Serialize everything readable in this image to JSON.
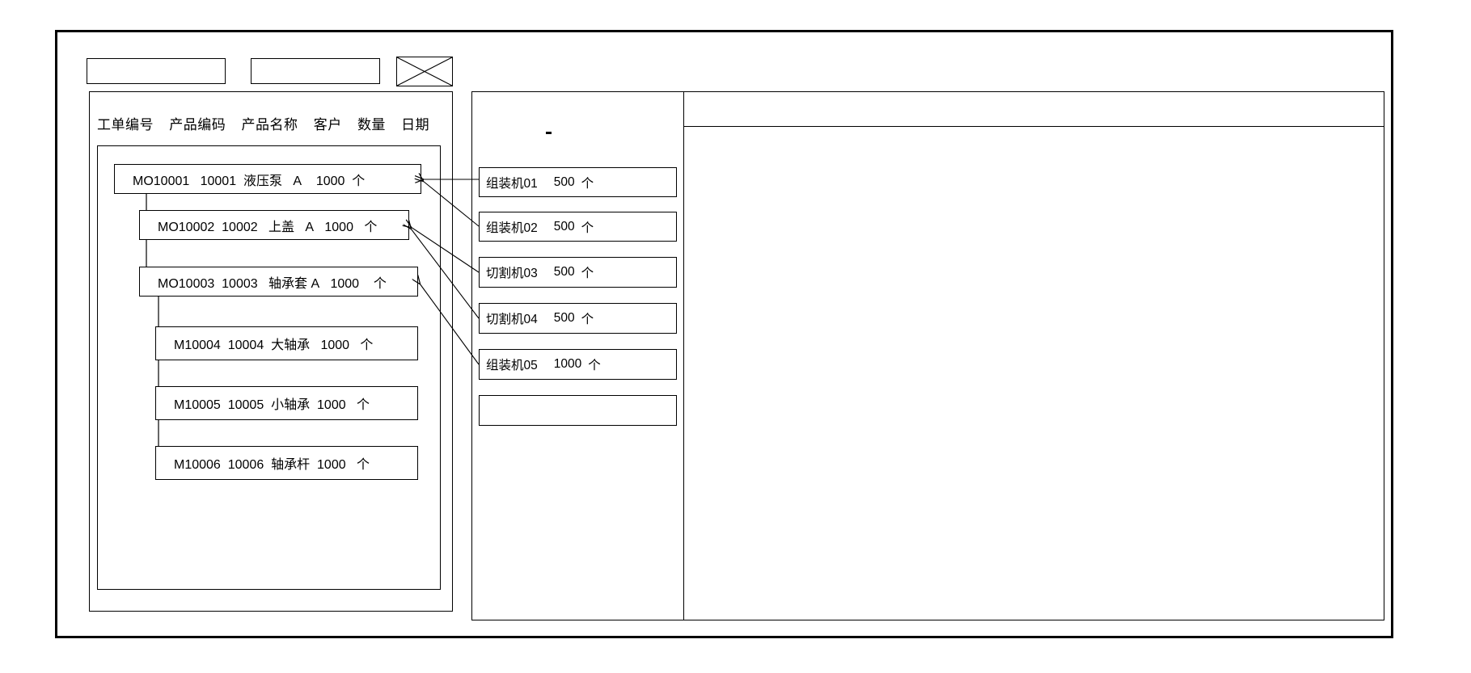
{
  "window": {
    "title": ""
  },
  "toolbar": {
    "field_1_value": "",
    "field_2_value": "",
    "cross_box_name": "placeholder-image-box"
  },
  "left_panel": {
    "columns": [
      "工单编号",
      "产品编码",
      "产品名称",
      "客户",
      "数量",
      "日期"
    ],
    "rows": [
      {
        "order_no": "MO10001",
        "product_code": "10001",
        "product_name": "液压泵",
        "customer": "A",
        "qty": "1000",
        "unit": "个",
        "level": 0
      },
      {
        "order_no": "MO10002",
        "product_code": "10002",
        "product_name": "上盖",
        "customer": "A",
        "qty": "1000",
        "unit": "个",
        "level": 1
      },
      {
        "order_no": "MO10003",
        "product_code": "10003",
        "product_name": "轴承套",
        "customer": "A",
        "qty": "1000",
        "unit": "个",
        "level": 1
      },
      {
        "order_no": "M10004",
        "product_code": "10004",
        "product_name": "大轴承",
        "customer": "",
        "qty": "1000",
        "unit": "个",
        "level": 2
      },
      {
        "order_no": "M10005",
        "product_code": "10005",
        "product_name": "小轴承",
        "customer": "",
        "qty": "1000",
        "unit": "个",
        "level": 2
      },
      {
        "order_no": "M10006",
        "product_code": "10006",
        "product_name": "轴承杆",
        "customer": "",
        "qty": "1000",
        "unit": "个",
        "level": 2
      }
    ]
  },
  "middle_panel": {
    "machines": [
      {
        "name": "组装机01",
        "qty": "500",
        "unit": "个"
      },
      {
        "name": "组装机02",
        "qty": "500",
        "unit": "个"
      },
      {
        "name": "切割机03",
        "qty": "500",
        "unit": "个"
      },
      {
        "name": "切割机04",
        "qty": "500",
        "unit": "个"
      },
      {
        "name": "组装机05",
        "qty": "1000",
        "unit": "个"
      },
      {
        "name": "",
        "qty": "",
        "unit": ""
      }
    ]
  },
  "right_panel": {
    "header_text": "",
    "body_text": ""
  },
  "colors": {
    "line": "#000000",
    "background": "#ffffff"
  }
}
